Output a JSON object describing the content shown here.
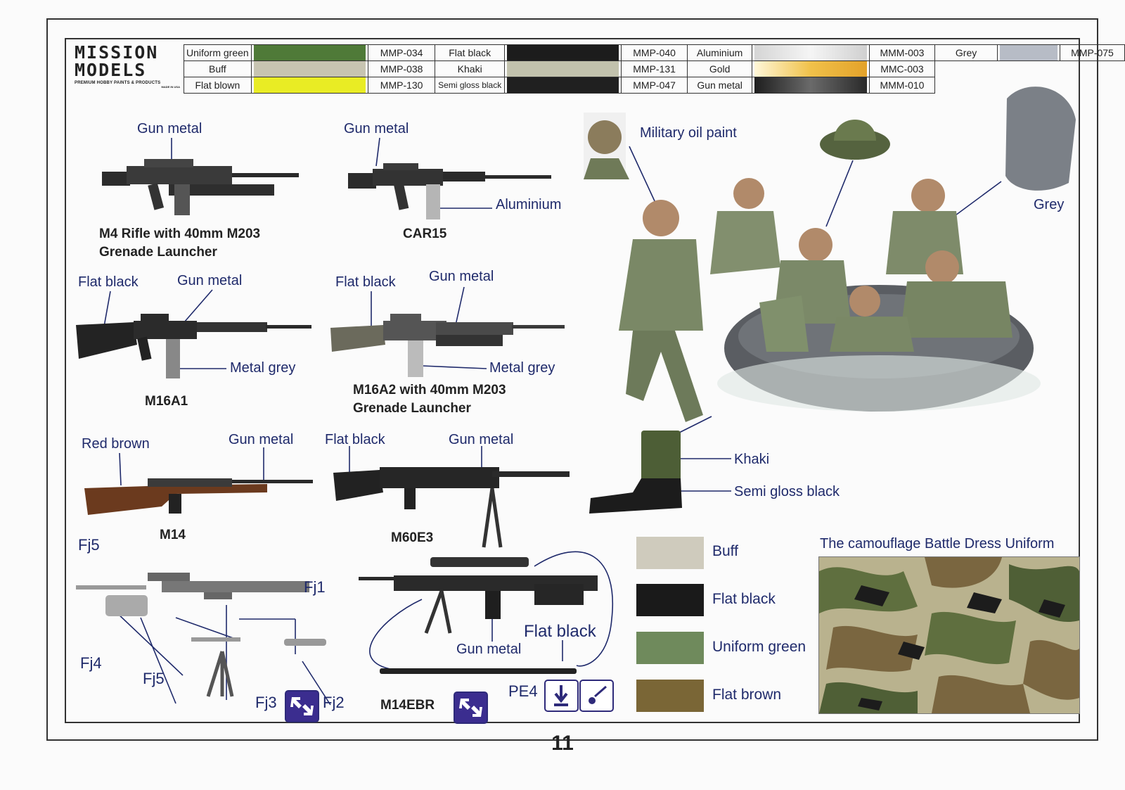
{
  "brand": {
    "line1": "MISSION",
    "line2": "MODELS",
    "tagline": "PREMIUM HOBBY PAINTS & PRODUCTS",
    "made": "MADE IN USA"
  },
  "palette": [
    {
      "name": "Uniform green",
      "color": "#4f7a38",
      "code": "MMP-034"
    },
    {
      "name": "Buff",
      "color": "#c7c4b1",
      "code": "MMP-038"
    },
    {
      "name": "Flat blown",
      "color": "#e9ec24",
      "code": "MMP-130"
    },
    {
      "name": "Flat black",
      "color": "#1c1c1c",
      "code": "MMP-040"
    },
    {
      "name": "Khaki",
      "color": "#c2c2ad",
      "code": "MMP-131"
    },
    {
      "name": "Semi gloss black",
      "color": "#202020",
      "code": "MMP-047"
    },
    {
      "name": "Aluminium",
      "color": "#e6e6e6",
      "code": "MMM-003"
    },
    {
      "name": "Gold",
      "color": "#e8b63a",
      "code": "MMC-003"
    },
    {
      "name": "Gun metal",
      "color": "#3a3a3a",
      "code": "MMM-010"
    },
    {
      "name": "Grey",
      "color": "#b7bcc6",
      "code": "MMP-075"
    }
  ],
  "labels": {
    "m4_gun_metal": "Gun metal",
    "car_gun_metal": "Gun metal",
    "car_aluminium": "Aluminium",
    "m16a1_flat_black": "Flat black",
    "m16a1_gun_metal": "Gun metal",
    "m16a1_metal_grey": "Metal grey",
    "m16a2_flat_black": "Flat black",
    "m16a2_gun_metal": "Gun metal",
    "m16a2_metal_grey": "Metal grey",
    "m14_red_brown": "Red brown",
    "m14_gun_metal": "Gun metal",
    "m60_flat_black": "Flat black",
    "m60_gun_metal": "Gun metal",
    "ebr_gun_metal": "Gun metal",
    "ebr_flat_black": "Flat black",
    "military_oil_paint": "Military oil paint",
    "grey": "Grey",
    "khaki": "Khaki",
    "semi_gloss_black": "Semi gloss black"
  },
  "captions": {
    "m4_line1": "M4 Rifle with 40mm M203",
    "m4_line2": "Grenade Launcher",
    "car15": "CAR15",
    "m16a1": "M16A1",
    "m16a2_line1": "M16A2 with 40mm M203",
    "m16a2_line2": "Grenade Launcher",
    "m14": "M14",
    "m60e3": "M60E3",
    "m14ebr": "M14EBR"
  },
  "parts": {
    "fj5a": "Fj5",
    "fj1": "Fj1",
    "fj4": "Fj4",
    "fj5b": "Fj5",
    "fj3": "Fj3",
    "fj2": "Fj2",
    "pe4": "PE4"
  },
  "uniform": {
    "title": "The camouflage Battle  Dress Uniform",
    "swatches": [
      {
        "name": "Buff",
        "color": "#cfcbbd"
      },
      {
        "name": "Flat black",
        "color": "#1a1a1a"
      },
      {
        "name": "Uniform green",
        "color": "#6f8a5c"
      },
      {
        "name": "Flat brown",
        "color": "#7a6636"
      }
    ]
  },
  "page_number": "11"
}
